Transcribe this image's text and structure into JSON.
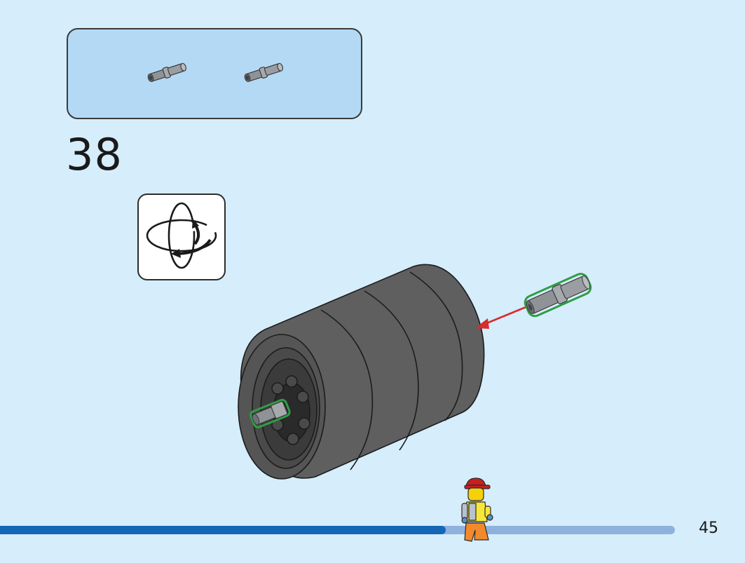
{
  "instruction": {
    "step_number": "38",
    "page_number": "45"
  },
  "parts_callout": {
    "items": [
      {
        "icon": "friction-pin-icon",
        "color": "#8f9398"
      },
      {
        "icon": "friction-pin-icon",
        "color": "#8f9398"
      }
    ]
  },
  "rotate_hint": {
    "icon": "rotate-model-icon"
  },
  "progress": {
    "fraction": 0.66
  },
  "colors": {
    "page_background": "#d6edfb",
    "parts_box_background": "#b3d9f5",
    "tire": "#5f5f5f",
    "rim": "#3b3b3b",
    "pin_gray": "#8f9398",
    "highlight_outline": "#2f9e44",
    "arrow": "#d62d2d",
    "progress_fill": "#1367b6",
    "progress_track": "#8fb1de",
    "minifig_hat": "#c81f1f",
    "minifig_face": "#f5d10a",
    "minifig_vest": "#f7e63a",
    "minifig_legs": "#f28a2c"
  }
}
